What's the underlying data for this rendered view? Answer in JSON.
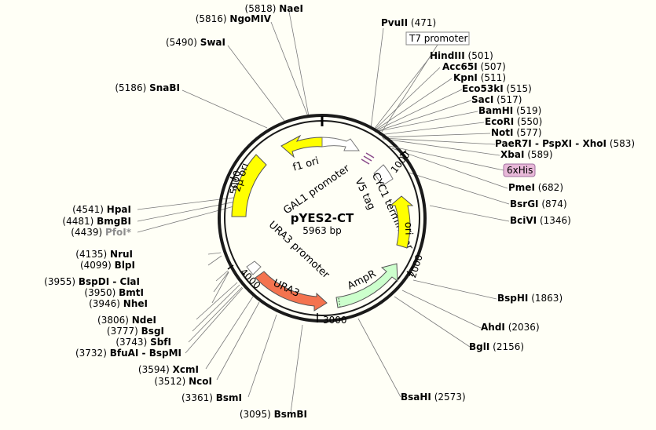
{
  "title": "pYES2-CT",
  "size_label": "5963 bp",
  "ticks": [
    "1000",
    "2000",
    "3000",
    "4000",
    "5000"
  ],
  "sites": [
    {
      "pos": "(5818)",
      "name": "NaeI"
    },
    {
      "pos": "(5816)",
      "name": "NgoMIV"
    },
    {
      "pos": "(5490)",
      "name": "SwaI"
    },
    {
      "pos": "(5186)",
      "name": "SnaBI"
    },
    {
      "pos": "(4541)",
      "name": "HpaI"
    },
    {
      "pos": "(4481)",
      "name": "BmgBI"
    },
    {
      "pos": "(4439)",
      "name": "PfoI*"
    },
    {
      "pos": "(4135)",
      "name": "NruI"
    },
    {
      "pos": "(4099)",
      "name": "BlpI"
    },
    {
      "pos": "(3955)",
      "name": "BspDI - ClaI"
    },
    {
      "pos": "(3950)",
      "name": "BmtI"
    },
    {
      "pos": "(3946)",
      "name": "NheI"
    },
    {
      "pos": "(3806)",
      "name": "NdeI"
    },
    {
      "pos": "(3777)",
      "name": "BsgI"
    },
    {
      "pos": "(3743)",
      "name": "SbfI"
    },
    {
      "pos": "(3732)",
      "name": "BfuAI - BspMI"
    },
    {
      "pos": "(3594)",
      "name": "XcmI"
    },
    {
      "pos": "(3512)",
      "name": "NcoI"
    },
    {
      "pos": "(3361)",
      "name": "BsmI"
    },
    {
      "pos": "(3095)",
      "name": "BsmBI"
    },
    {
      "pos": "(471)",
      "name": "PvuII"
    },
    {
      "pos": "(501)",
      "name": "HindIII"
    },
    {
      "pos": "(507)",
      "name": "Acc65I"
    },
    {
      "pos": "(511)",
      "name": "KpnI"
    },
    {
      "pos": "(515)",
      "name": "Eco53kI"
    },
    {
      "pos": "(517)",
      "name": "SacI"
    },
    {
      "pos": "(519)",
      "name": "BamHI"
    },
    {
      "pos": "(550)",
      "name": "EcoRI"
    },
    {
      "pos": "(577)",
      "name": "NotI"
    },
    {
      "pos": "(583)",
      "name": "PaeR7I - PspXI - XhoI"
    },
    {
      "pos": "(589)",
      "name": "XbaI"
    },
    {
      "pos": "(682)",
      "name": "PmeI"
    },
    {
      "pos": "(874)",
      "name": "BsrGI"
    },
    {
      "pos": "(1346)",
      "name": "BciVI"
    },
    {
      "pos": "(1863)",
      "name": "BspHI"
    },
    {
      "pos": "(2036)",
      "name": "AhdI"
    },
    {
      "pos": "(2156)",
      "name": "BglI"
    },
    {
      "pos": "(2573)",
      "name": "BsaHI"
    }
  ],
  "features": {
    "t7_promoter": "T7 promoter",
    "six_his": "6xHis",
    "f1_ori": "f1 ori",
    "gal1_promoter": "GAL1 promoter",
    "two_mu_ori": "2µ ori",
    "v5_tag": "V5 tag",
    "cyc1_terminator": "CYC1 terminator",
    "ori": "ori",
    "ampr": "AmpR",
    "ura3": "URA3",
    "ura3_promoter": "URA3 promoter"
  },
  "colors": {
    "two_mu_ori": "#ffff00",
    "ori": "#ffff00",
    "ampr": "#ccffcc",
    "ura3": "#f4734f",
    "six_his": "#e8b8d8",
    "v5_tag": "#d8a8d8"
  }
}
